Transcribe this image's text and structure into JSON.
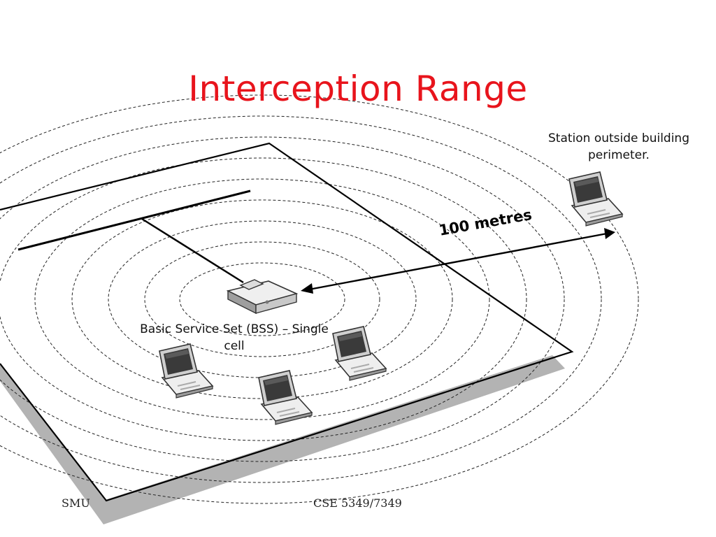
{
  "slide": {
    "title": "Interception Range",
    "station_label": "Station outside building perimeter.",
    "distance_label": "100 metres",
    "bss_label": "Basic Service Set (BSS) – Single cell",
    "footer_left": "SMU",
    "footer_center": "CSE 5349/7349"
  },
  "colors": {
    "title": "#e8141c",
    "lines": "#000000",
    "shadow": "#b3b3b3"
  },
  "icons": [
    "access-point-icon",
    "laptop-icon"
  ]
}
